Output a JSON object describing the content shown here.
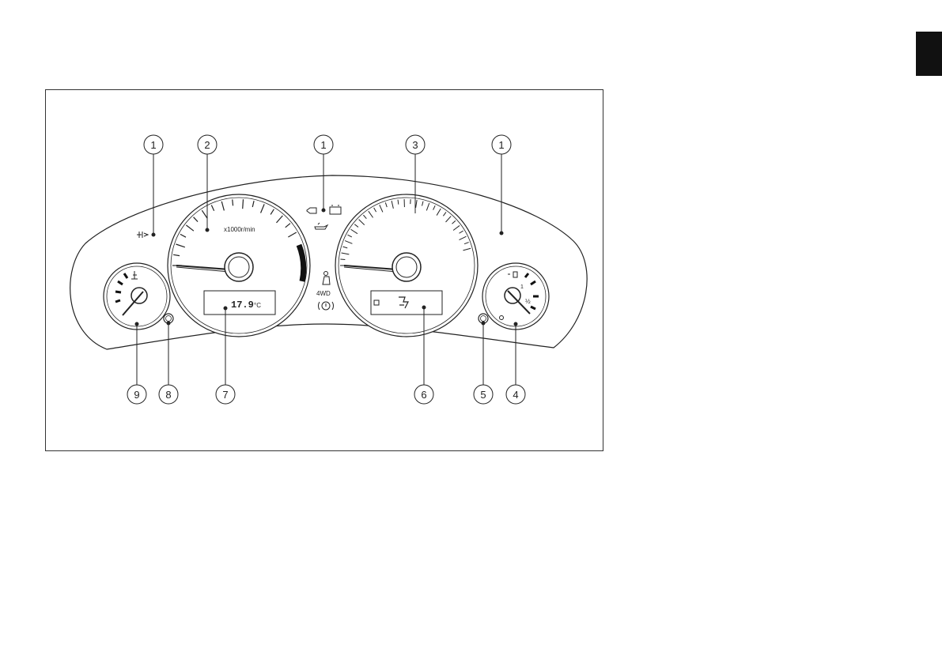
{
  "figure": {
    "callouts": [
      "1",
      "2",
      "1",
      "3",
      "1",
      "9",
      "8",
      "7",
      "6",
      "5",
      "4"
    ]
  },
  "tachometer": {
    "unit_label": "x1000r/min"
  },
  "odometer_display": {
    "value": "17.9",
    "unit": "°C"
  },
  "indicators": {
    "four_wd": "4WD"
  },
  "fuel_gauge": {
    "scale": [
      "1",
      "½"
    ]
  }
}
